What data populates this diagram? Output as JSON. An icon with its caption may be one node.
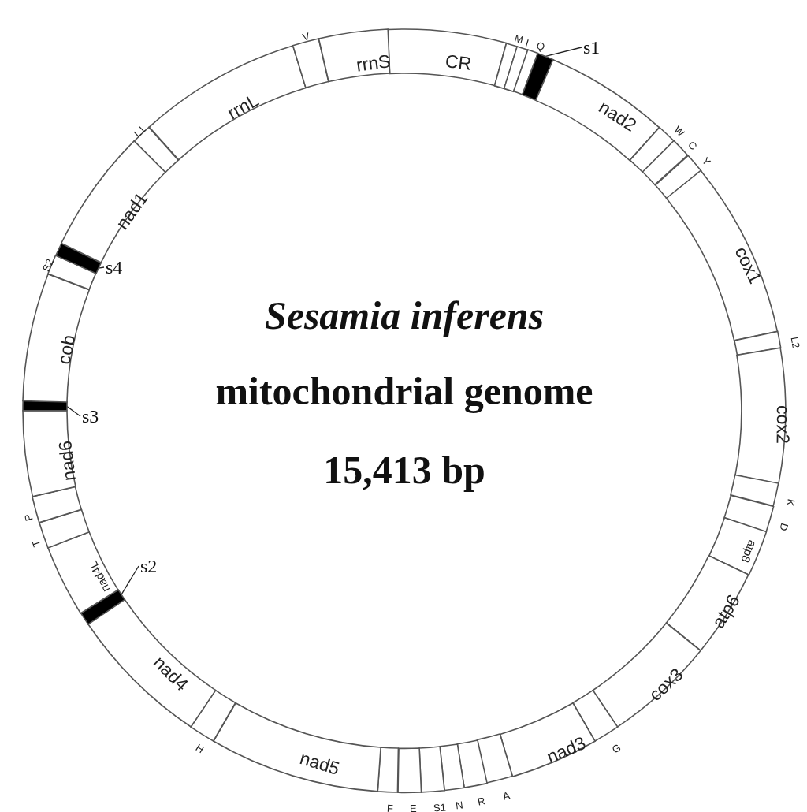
{
  "diagram": {
    "title": "*Sesamia inferens* mitochondrial genome",
    "nodes": [
      {
        "text": [
          "CR"
        ]
      },
      {
        "text": [
          "M"
        ]
      },
      {
        "text": [
          "I"
        ]
      },
      {
        "text": [
          "Q"
        ]
      },
      {
        "text": [],
        "shape": "bar"
      },
      {
        "text": [
          "nad2"
        ]
      },
      {
        "text": [
          "W"
        ]
      },
      {
        "text": [
          "C"
        ]
      },
      {
        "text": [
          "Y"
        ]
      },
      {
        "text": [
          "cox1"
        ]
      },
      {
        "text": [
          "L2"
        ]
      },
      {
        "text": [
          "cox2"
        ]
      },
      {
        "text": [
          "K"
        ]
      },
      {
        "text": [
          "D"
        ]
      },
      {
        "text": [
          "atp8"
        ]
      },
      {
        "text": [
          "atp6"
        ]
      },
      {
        "text": [
          "cox3"
        ]
      },
      {
        "text": [
          "G"
        ]
      },
      {
        "text": [
          "nad3"
        ]
      },
      {
        "text": [
          "A"
        ]
      },
      {
        "text": [
          "R"
        ]
      },
      {
        "text": [
          "N"
        ]
      },
      {
        "text": [
          "S1"
        ]
      },
      {
        "text": [
          "E"
        ]
      },
      {
        "text": [
          "F"
        ]
      },
      {
        "text": [
          "nad5"
        ]
      },
      {
        "text": [
          "H"
        ]
      },
      {
        "text": [
          "nad4"
        ]
      },
      {
        "text": [],
        "shape": "bar"
      },
      {
        "text": [
          "nad4L"
        ]
      },
      {
        "text": [
          "T"
        ]
      },
      {
        "text": [
          "P"
        ]
      },
      {
        "text": [
          "nad6"
        ]
      },
      {
        "text": [],
        "shape": "bar"
      },
      {
        "text": [
          "cob"
        ]
      },
      {
        "text": [
          "S2"
        ]
      },
      {
        "text": [],
        "shape": "bar"
      },
      {
        "text": [
          "nad1"
        ]
      },
      {
        "text": [
          "L1"
        ]
      },
      {
        "text": [
          "rrnL"
        ]
      },
      {
        "text": [
          "V"
        ]
      },
      {
        "text": [
          "rrnS"
        ]
      },
      {
        "text": [
          "s1"
        ]
      },
      {
        "text": [
          "s2"
        ]
      },
      {
        "text": [
          "s3"
        ]
      },
      {
        "text": [
          "s4"
        ]
      }
    ],
    "edges": [
      {
        "from": 42,
        "to": 4,
        "arrow": "none"
      },
      {
        "from": 43,
        "to": 28,
        "arrow": "none"
      },
      {
        "from": 44,
        "to": 33,
        "arrow": "none"
      },
      {
        "from": 45,
        "to": 36,
        "arrow": "none"
      }
    ],
    "labels": [
      "15,413 bp"
    ]
  }
}
